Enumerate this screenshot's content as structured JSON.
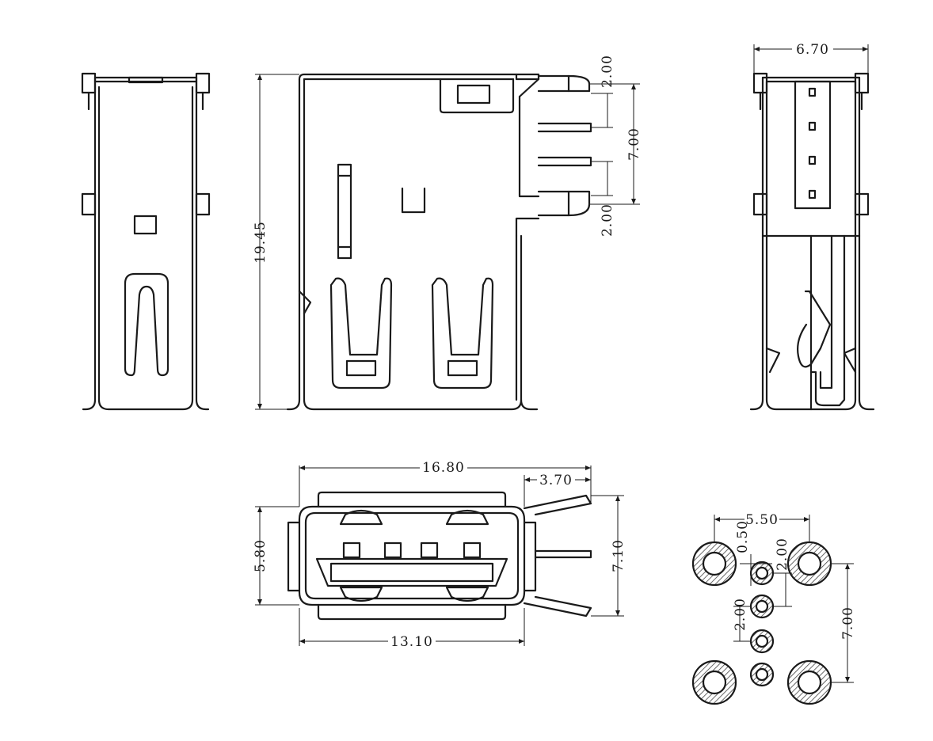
{
  "drawing": {
    "subject": "USB Type-A female connector, right-angle, mechanical drawing",
    "units": "mm",
    "dimensions": {
      "side_pin_top_pitch": "2.00",
      "side_pin_span": "7.00",
      "side_pin_bottom_pitch": "2.00",
      "side_height": "19.45",
      "end_width": "6.70",
      "top_length": "16.80",
      "top_pin_offset": "3.70",
      "top_width": "5.80",
      "top_pin_span": "7.10",
      "top_body_length": "13.10",
      "footprint_span_x": "5.50",
      "footprint_offset": "0.50",
      "footprint_pitch_top": "2.00",
      "footprint_span_y": "7.00",
      "footprint_pitch_left": "2.00"
    }
  }
}
